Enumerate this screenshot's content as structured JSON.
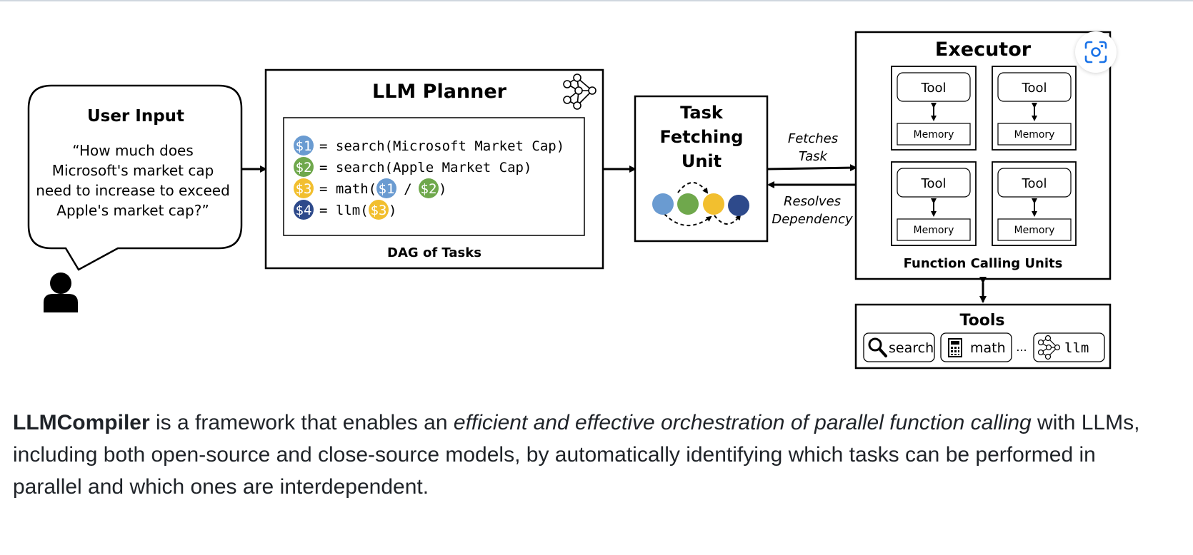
{
  "colors": {
    "dep1": "#6a9bd1",
    "dep2": "#6fa84c",
    "dep3": "#f2bf2f",
    "dep4": "#2e4a8b",
    "caption_text": "#1f2328",
    "lens_accent": "#1a73e8"
  },
  "lens_button": {
    "icon": "visual-search-icon"
  },
  "user_input": {
    "title": "User Input",
    "query_lines": [
      "“How much does",
      "Microsoft's market cap",
      "need to increase to exceed",
      "Apple's market cap?”"
    ],
    "icon": "user-icon"
  },
  "planner": {
    "title": "LLM Planner",
    "icon": "neural-network-icon",
    "dag_label": "DAG of Tasks",
    "badges": {
      "b1": "$1",
      "b2": "$2",
      "b3": "$3",
      "b4": "$4"
    },
    "lines": {
      "l1": "= search(Microsoft Market Cap)",
      "l2": "= search(Apple Market Cap)",
      "l3_pre": "= math(",
      "l3_sep": "/",
      "l3_post": ")",
      "l4_pre": "= llm(",
      "l4_post": ")"
    }
  },
  "task_fetching": {
    "title_lines": [
      "Task",
      "Fetching",
      "Unit"
    ]
  },
  "arrows": {
    "fetches": [
      "Fetches",
      "Task"
    ],
    "resolves": [
      "Resolves",
      "Dependency"
    ]
  },
  "executor": {
    "title": "Executor",
    "footer": "Function Calling Units",
    "units": [
      {
        "tool": "Tool",
        "memory": "Memory"
      },
      {
        "tool": "Tool",
        "memory": "Memory"
      },
      {
        "tool": "Tool",
        "memory": "Memory"
      },
      {
        "tool": "Tool",
        "memory": "Memory"
      }
    ]
  },
  "tools": {
    "title": "Tools",
    "items": [
      {
        "label": "search",
        "icon": "magnifier-icon"
      },
      {
        "label": "math",
        "icon": "calculator-icon"
      },
      {
        "label": "llm",
        "icon": "neural-network-icon"
      }
    ],
    "ellipsis": "..."
  },
  "caption": {
    "bold": "LLMCompiler",
    "part1": " is a framework that enables an ",
    "italic": "efficient and effective orchestration of parallel function calling",
    "part2": " with LLMs, including both open-source and close-source models, by automatically identifying which tasks can be performed in parallel and which ones are interdependent."
  }
}
